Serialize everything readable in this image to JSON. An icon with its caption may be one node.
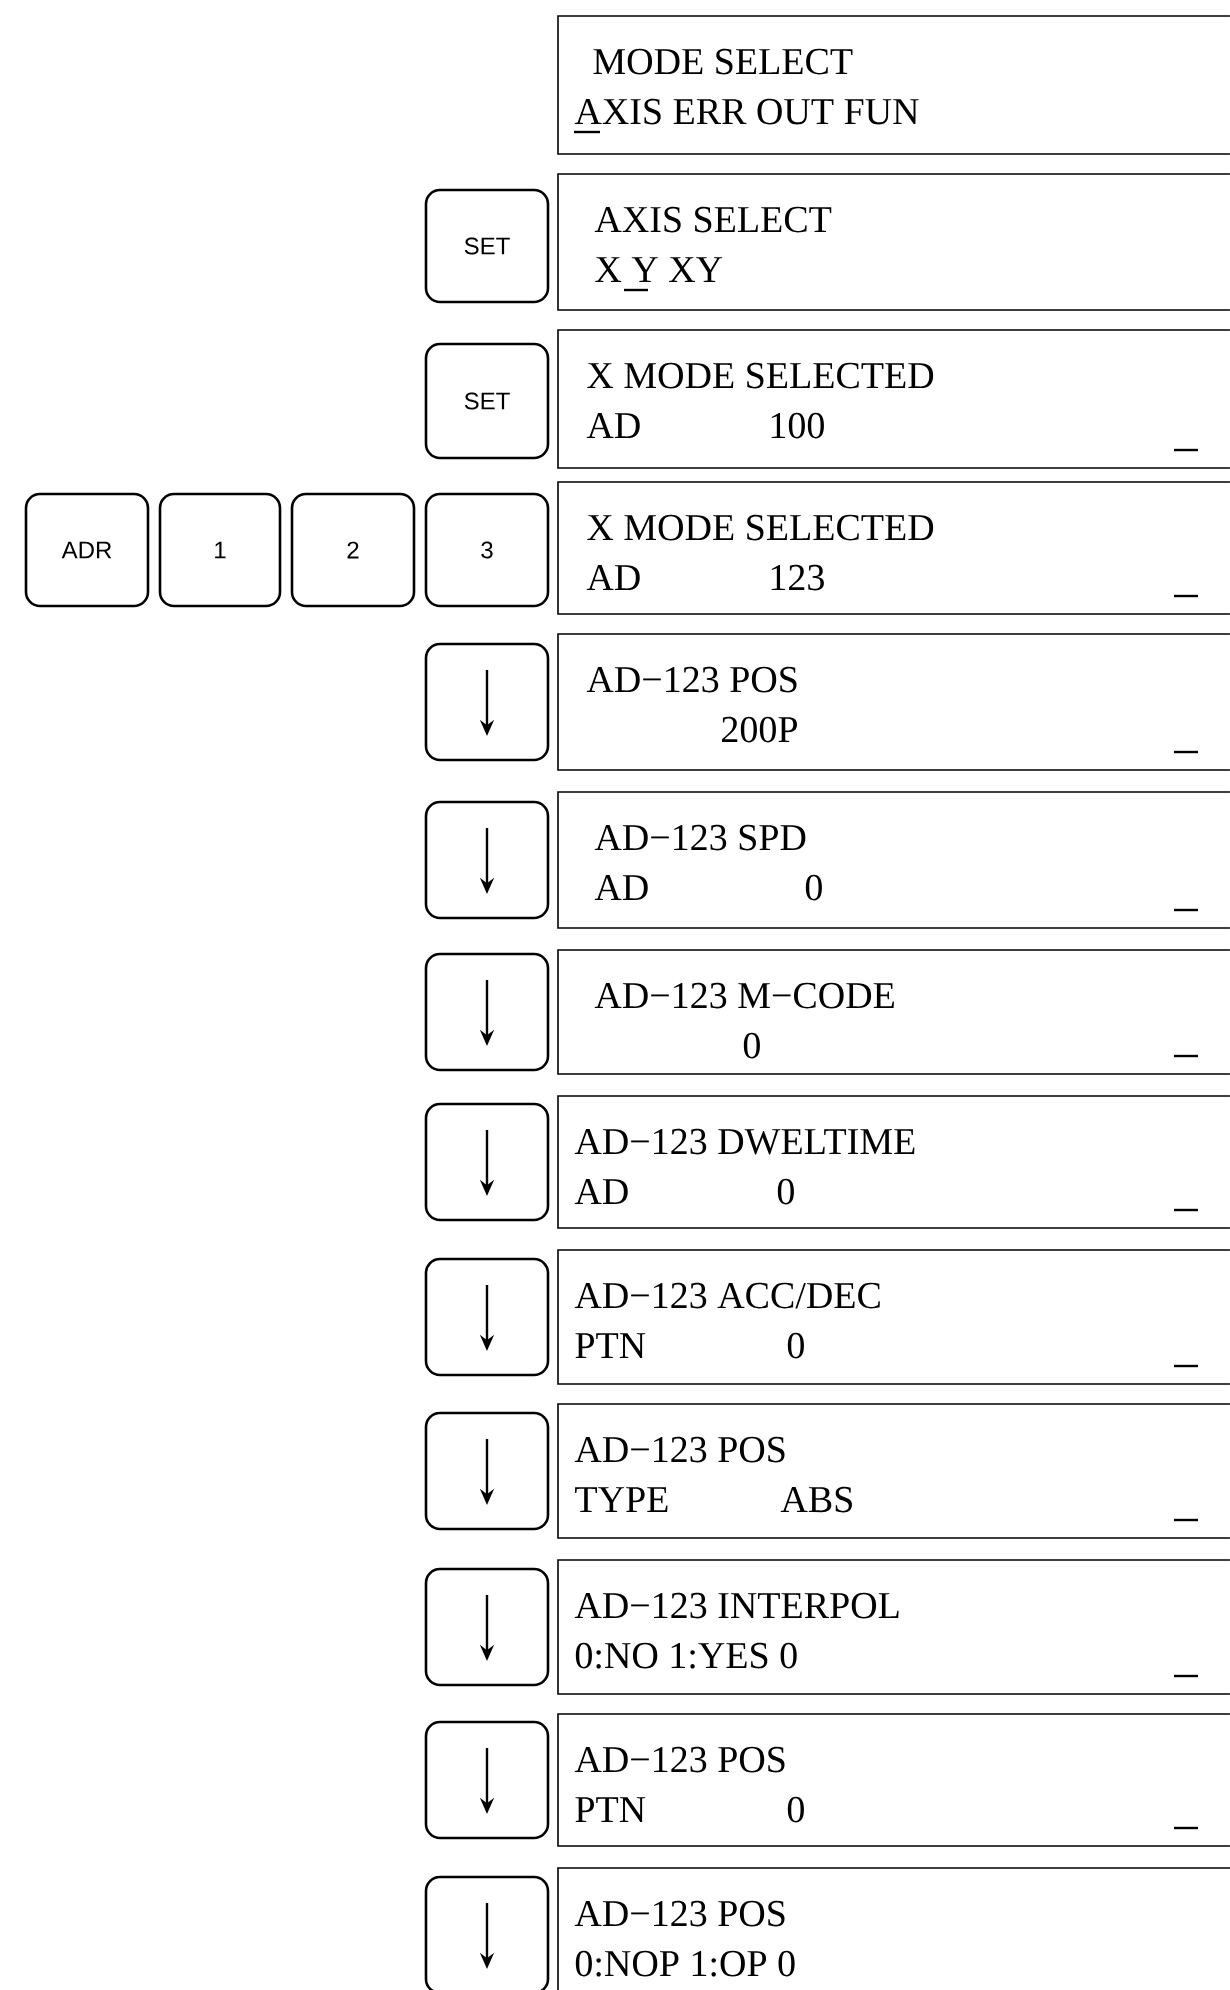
{
  "diagram": {
    "nodes": [
      {
        "text": [
          "MODE SELECT",
          "AXIS ERR OUT FUN"
        ]
      },
      {
        "text": [
          "SET"
        ]
      },
      {
        "text": [
          "AXIS SELECT",
          "X Y XY"
        ]
      },
      {
        "text": [
          "SET"
        ]
      },
      {
        "text": [
          "X MODE SELECTED",
          "AD",
          "100"
        ]
      },
      {
        "text": [
          "ADR"
        ]
      },
      {
        "text": [
          "1"
        ]
      },
      {
        "text": [
          "2"
        ]
      },
      {
        "text": [
          "3"
        ]
      },
      {
        "text": [
          "X MODE SELECTED",
          "AD",
          "123"
        ]
      },
      {
        "text": [],
        "shape": "box"
      },
      {
        "text": [
          "AD−123 POS",
          "200P"
        ]
      },
      {
        "text": [],
        "shape": "box"
      },
      {
        "text": [
          "AD−123 SPD",
          "AD",
          "0"
        ]
      },
      {
        "text": [],
        "shape": "box"
      },
      {
        "text": [
          "AD−123 M−CODE",
          "0"
        ]
      },
      {
        "text": [],
        "shape": "box"
      },
      {
        "text": [
          "AD−123 DWELTIME",
          "AD",
          "0"
        ]
      },
      {
        "text": [],
        "shape": "box"
      },
      {
        "text": [
          "AD−123 ACC/DEC",
          "PTN",
          "0"
        ]
      },
      {
        "text": [],
        "shape": "box"
      },
      {
        "text": [
          "AD−123 POS",
          "TYPE",
          "ABS"
        ]
      },
      {
        "text": [],
        "shape": "box"
      },
      {
        "text": [
          "AD−123 INTERPOL",
          "0:NO 1:YES 0"
        ]
      },
      {
        "text": [],
        "shape": "box"
      },
      {
        "text": [
          "AD−123 POS",
          "PTN",
          "0"
        ]
      },
      {
        "text": [],
        "shape": "box"
      },
      {
        "text": [
          "AD−123 POS",
          "0:NOP 1:OP 0"
        ]
      }
    ]
  }
}
